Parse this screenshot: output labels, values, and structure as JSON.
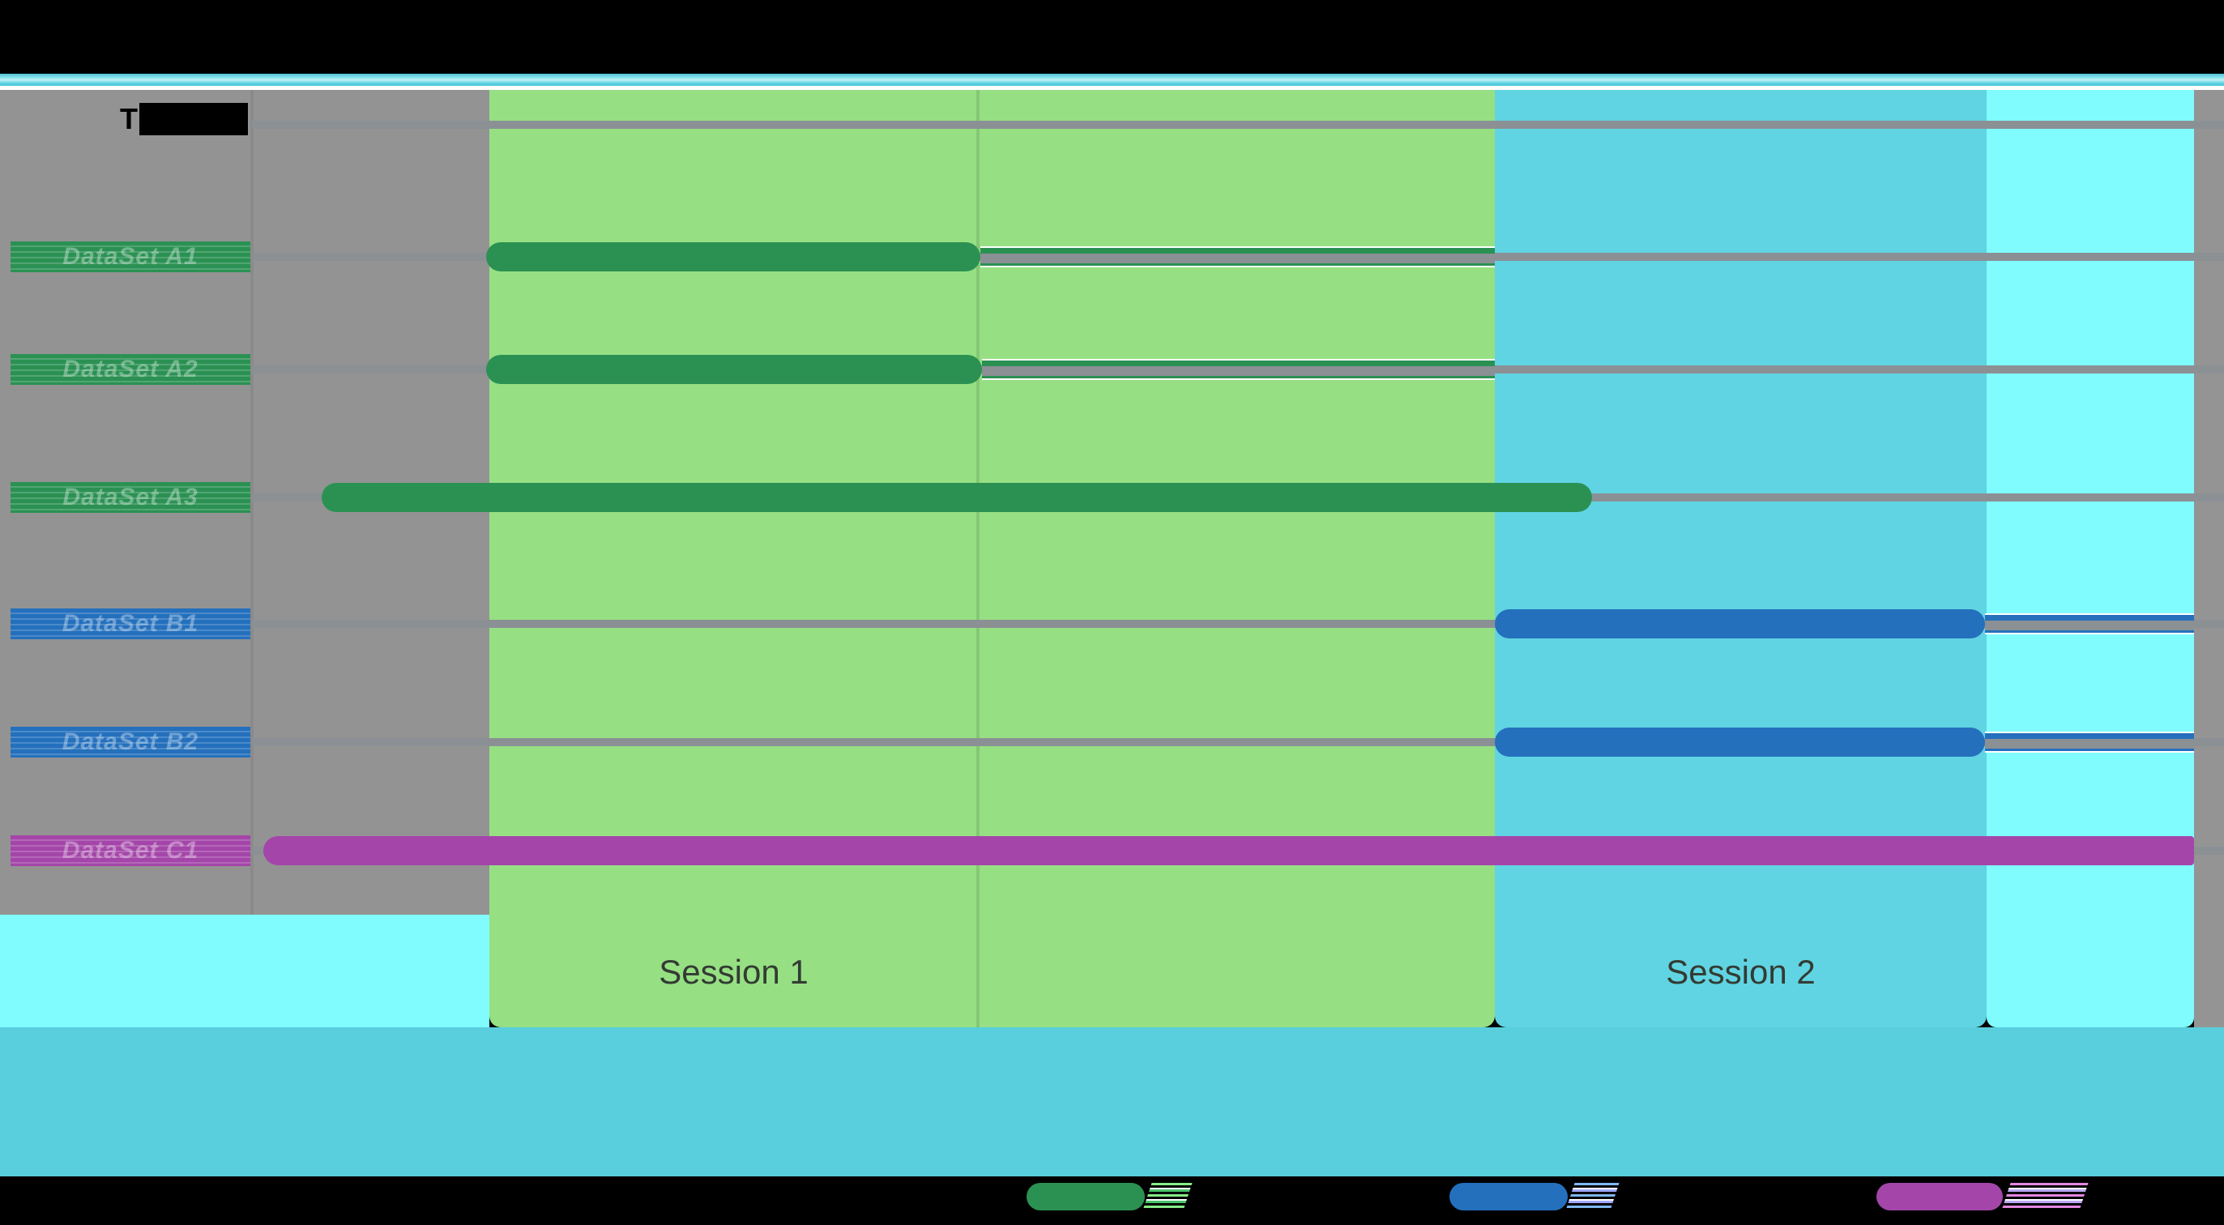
{
  "header": {
    "axis_label": "T"
  },
  "sessions": [
    {
      "label": "Session 1"
    },
    {
      "label": "Session 2"
    }
  ],
  "rows": [
    {
      "label": "DataSet A1",
      "color": "#2b9153"
    },
    {
      "label": "DataSet A2",
      "color": "#2b9153"
    },
    {
      "label": "DataSet A3",
      "color": "#2b9153"
    },
    {
      "label": "DataSet B1",
      "color": "#2470bd"
    },
    {
      "label": "DataSet B2",
      "color": "#2470bd"
    },
    {
      "label": "DataSet C1",
      "color": "#a446a9"
    }
  ],
  "legend": [
    {
      "name": "series-a",
      "color": "#2b9153",
      "label_redacted": true
    },
    {
      "name": "series-b",
      "color": "#2470bd",
      "label_redacted": true
    },
    {
      "name": "series-c",
      "color": "#a446a9",
      "label_redacted": true
    }
  ],
  "colors": {
    "background_black": "#000000",
    "header_strip_turquoise": "#57cfe0",
    "label_panel_gray": "#939393",
    "session1_green": "#96e083",
    "session2_turquoise": "#60d4e2",
    "right_cyan_column": "#80fcff",
    "right_gray_strip": "#949494",
    "bottom_band_turquoise": "#59cedd",
    "track_gray": "#8b9095",
    "bar_green": "#2b9153",
    "bar_blue": "#2470bd",
    "bar_purple": "#a446a9"
  },
  "chart_data": {
    "type": "bar",
    "subtype": "gantt-timeline",
    "title": "",
    "xlabel": "",
    "ylabel": "",
    "grid": "horizontal row tracks, one per dataset row plus header row",
    "legend_position": "bottom, three color swatches with redacted italic labels",
    "units": "fraction of total figure width (0 = left edge, 1 = right edge)",
    "categories": [
      "DataSet A1",
      "DataSet A2",
      "DataSet A3",
      "DataSet B1",
      "DataSet B2",
      "DataSet C1"
    ],
    "series": [
      {
        "name": "series-a-green",
        "color": "#2b9153",
        "bars": [
          {
            "row": "DataSet A1",
            "x_start": 0.219,
            "x_end": 0.441
          },
          {
            "row": "DataSet A2",
            "x_start": 0.219,
            "x_end": 0.442
          },
          {
            "row": "DataSet A3",
            "x_start": 0.145,
            "x_end": 0.716
          }
        ]
      },
      {
        "name": "series-b-blue",
        "color": "#2470bd",
        "bars": [
          {
            "row": "DataSet B1",
            "x_start": 0.672,
            "x_end": 0.893
          },
          {
            "row": "DataSet B2",
            "x_start": 0.672,
            "x_end": 0.893
          }
        ]
      },
      {
        "name": "series-c-purple",
        "color": "#a446a9",
        "bars": [
          {
            "row": "DataSet C1",
            "x_start": 0.118,
            "x_end": 0.986
          }
        ]
      }
    ],
    "session_regions": [
      {
        "label": "Session 1",
        "x_start": 0.22,
        "x_end": 0.672,
        "color": "#96e083"
      },
      {
        "label": "Session 2",
        "x_start": 0.672,
        "x_end": 0.893,
        "color": "#60d4e2"
      }
    ],
    "other_regions": [
      {
        "name": "label-panel",
        "x_start": 0.0,
        "x_end": 0.22,
        "color": "#939393"
      },
      {
        "name": "right-cyan-column",
        "x_start": 0.893,
        "x_end": 0.986,
        "color": "#80fcff"
      },
      {
        "name": "right-gray-strip",
        "x_start": 0.986,
        "x_end": 1.0,
        "color": "#949494"
      }
    ]
  }
}
